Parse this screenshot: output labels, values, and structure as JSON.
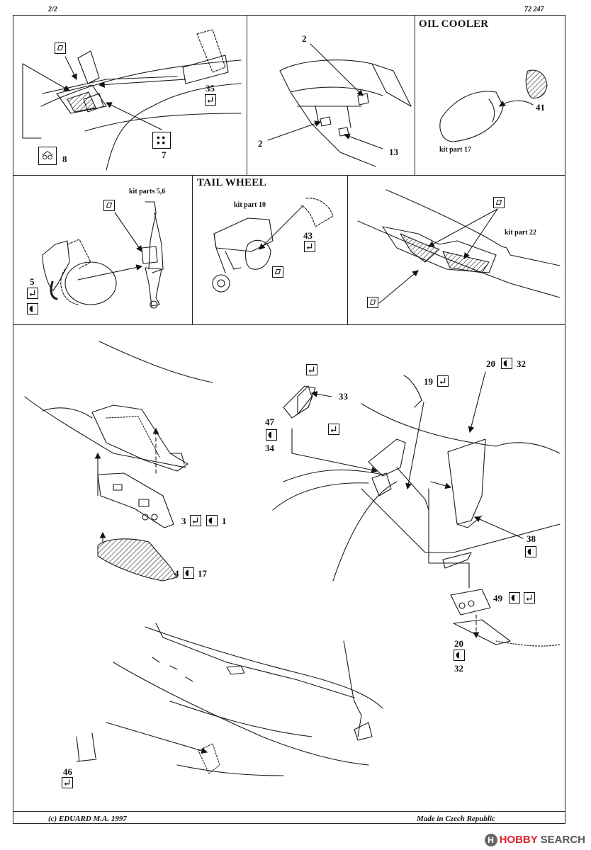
{
  "header": {
    "sheet": "2/2",
    "kit_number": "72 247"
  },
  "panels": {
    "seat": {
      "parts": [
        "35",
        "8",
        "7"
      ]
    },
    "gunsight": {
      "parts": [
        "2",
        "2",
        "13"
      ]
    },
    "oil_cooler": {
      "title": "OIL COOLER",
      "kit_part": "kit part 17",
      "parts": [
        "41"
      ]
    },
    "main_gear": {
      "kit_part": "kit parts 5,6",
      "parts": [
        "5"
      ]
    },
    "tail_wheel": {
      "title": "TAIL WHEEL",
      "kit_part": "kit part 10",
      "parts": [
        "43"
      ]
    },
    "wing_detail": {
      "kit_part": "kit part 22"
    },
    "cockpit": {
      "labels": [
        "3",
        "1",
        "4",
        "17",
        "33",
        "47",
        "34",
        "19",
        "20",
        "32",
        "38",
        "49",
        "20",
        "32"
      ]
    },
    "bottom": {
      "parts": [
        "46"
      ]
    }
  },
  "footer": {
    "copyright": "(c) EDUARD  M.A. 1997",
    "origin": "Made in Czech Republic"
  },
  "watermark": {
    "logo": "H",
    "brand": "HOBBY",
    "suffix": " SEARCH"
  },
  "icon_names": [
    "fold-icon",
    "bend-icon",
    "paint-icon"
  ]
}
